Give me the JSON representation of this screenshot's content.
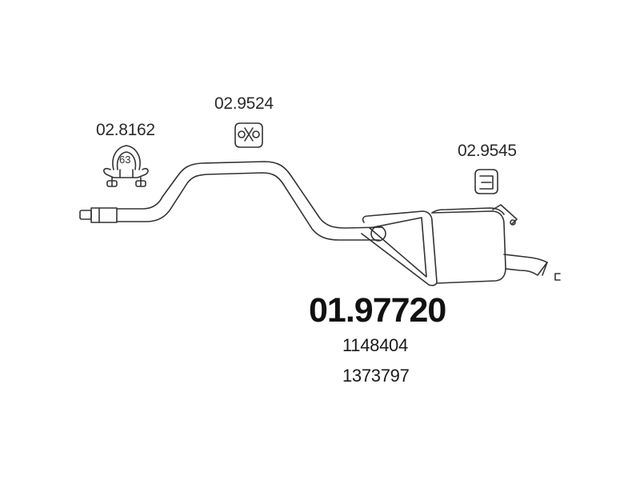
{
  "accessories": [
    {
      "id": "clamp",
      "number": "02.8162",
      "size_label": "63"
    },
    {
      "id": "rubber-mount-1",
      "number": "02.9524"
    },
    {
      "id": "rubber-mount-2",
      "number": "02.9545"
    }
  ],
  "main_part": {
    "number": "01.97720",
    "oem_numbers": [
      "1148404",
      "1373797"
    ]
  },
  "colors": {
    "line": "#333333",
    "text": "#222222",
    "background": "#ffffff"
  },
  "icons": [
    "exhaust-pipe-icon",
    "rear-muffler-icon",
    "pipe-clamp-icon",
    "rubber-mount-icon"
  ]
}
